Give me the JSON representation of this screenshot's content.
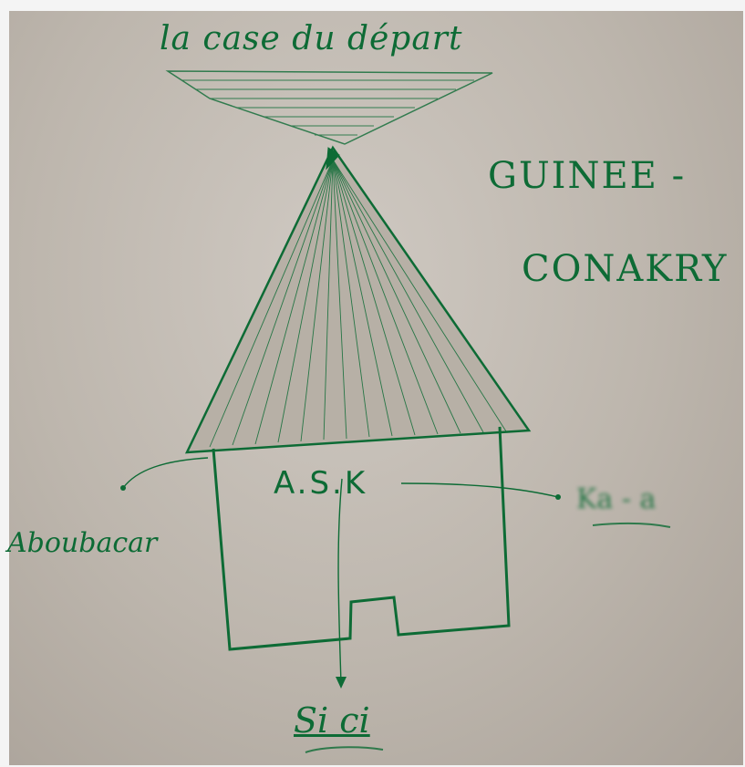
{
  "title": "la case du départ",
  "country": {
    "line1": "GUINEE -",
    "line2": "CONAKRY"
  },
  "house": {
    "initials": "A.S.K",
    "left_name": "Aboubacar",
    "right_name": "Ka - a",
    "bottom_name": "Si ci"
  },
  "colors": {
    "ink": "#0d6b35",
    "board": "#c3bcb3"
  }
}
